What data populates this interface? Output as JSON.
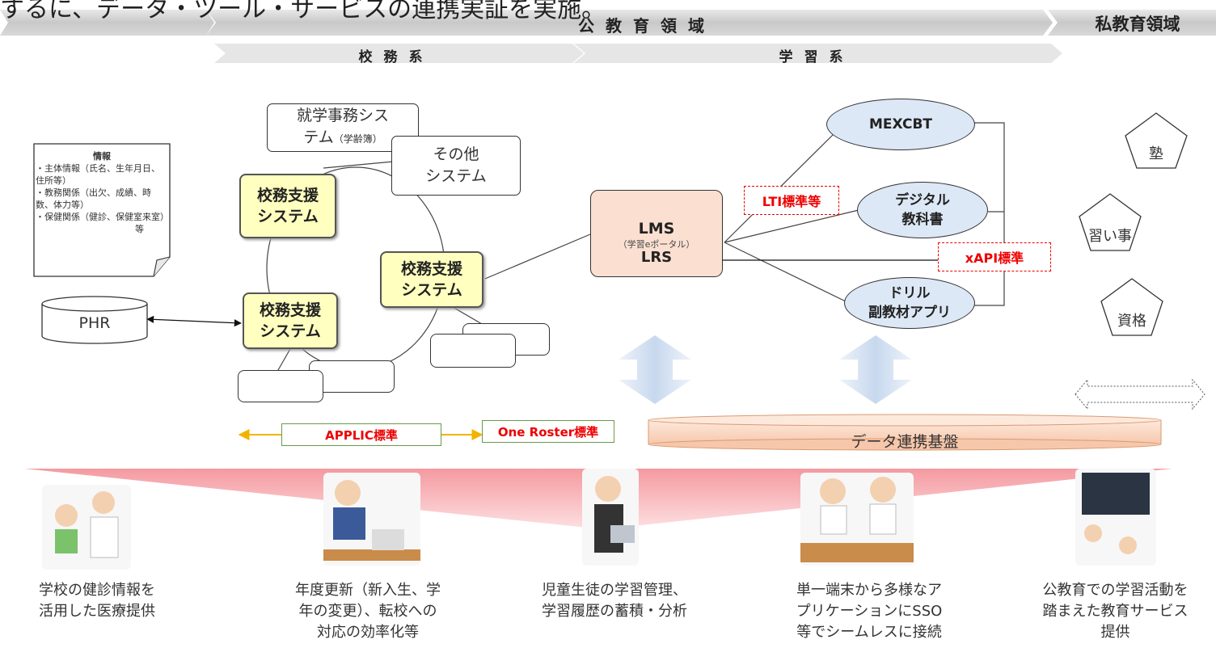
{
  "header": {
    "truncated_text": "するに、データ・ツール・サービスの連携実証を実施。",
    "public_domain": "公教育領域",
    "private_domain": "私教育領域",
    "school_affairs": "校務系",
    "learning": "学習系"
  },
  "school_side": {
    "shugaku": "就学事務シス\nテム",
    "shugaku_sub": "（学齢簿）",
    "other": "その他\nシステム",
    "support1": "校務支援\nシステム",
    "support2": "校務支援\nシステム",
    "support3": "校務支援\nシステム",
    "phr": "PHR",
    "doc_title": "情報",
    "doc_lines": [
      "・主体情報（氏名、生年月日、住所等）",
      "・教務関係（出欠、成績、時数、体力等）",
      "・保健関係（健診、保健室来室）"
    ],
    "doc_etc": "等"
  },
  "learning_side": {
    "lms": "LMS",
    "lms_sub": "（学習eポータル）",
    "lrs": "LRS",
    "mexcbt": "MEXCBT",
    "digital_textbook": "デジタル\n教科書",
    "drill": "ドリル\n副教材アプリ",
    "lti": "LTI標準等",
    "xapi": "xAPI標準"
  },
  "private_side": {
    "juku": "塾",
    "naraigoto": "習い事",
    "shikaku": "資格"
  },
  "standards": {
    "applic": "APPLIC標準",
    "oneroster": "One Roster標準",
    "data_platform": "データ連携基盤"
  },
  "captions": [
    "学校の健診情報を\n活用した医療提供",
    "年度更新（新入生、学\n年の変更）、転校への\n対応の効率化等",
    "児童生徒の学習管理、\n学習履歴の蓄積・分析",
    "単一端末から多様なア\nプリケーションにSSO\n等でシームレスに接続",
    "公教育での学習活動を\n踏まえた教育サービス\n提供"
  ],
  "colors": {
    "yellow_box": "#ffffc0",
    "oval_fill": "#dde8f6",
    "lms_fill": "#fbe0d2",
    "lrs_fill": "#c6e0b4",
    "standard_red": "#e00000",
    "arrow_blue": "#c9daf0",
    "fan_pink": "#f4a7aa"
  }
}
